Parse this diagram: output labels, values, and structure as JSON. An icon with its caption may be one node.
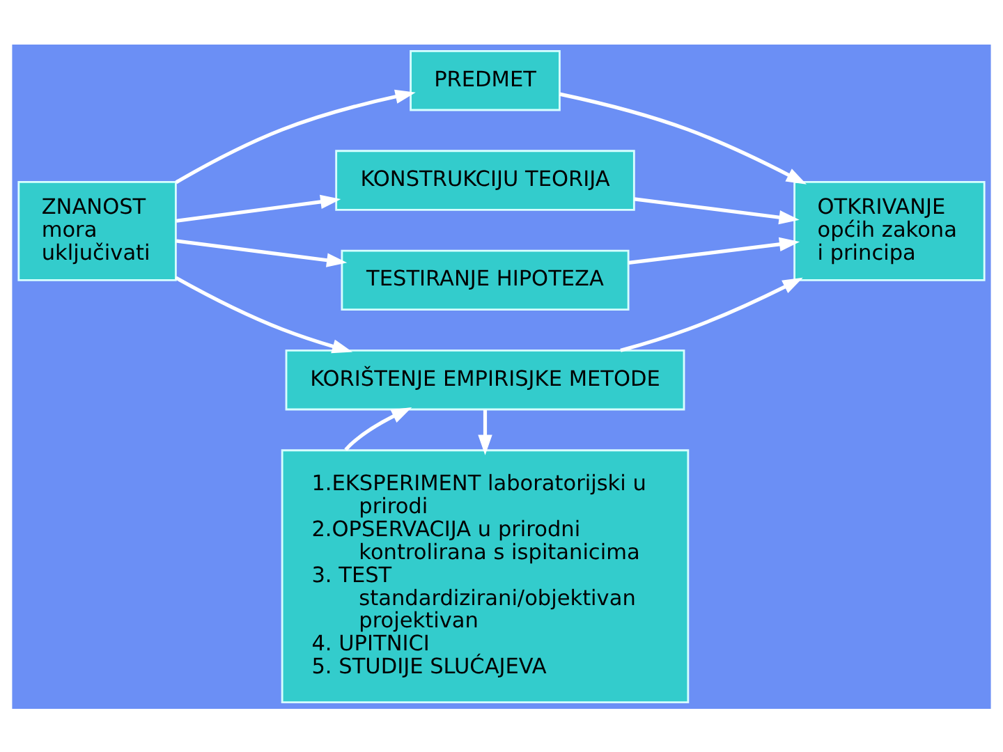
{
  "diagram": {
    "nodes": [
      {
        "text": [
          "PREDMET"
        ]
      },
      {
        "text": [
          "ZNANOST mora uključivati"
        ]
      },
      {
        "text": [
          "KONSTRUKCIJU TEORIJA"
        ]
      },
      {
        "text": [
          "OTKRIVANJE općih zakona i principa"
        ]
      },
      {
        "text": [
          "TESTIRANJE HIPOTEZA"
        ]
      },
      {
        "text": [
          "KORIŠTENJE EMPIRISJKE METODE"
        ]
      },
      {
        "text": [
          "1.EKSPERIMENT laboratorijski u prirodi",
          "2.OPSERVACIJA u prirodni kontrolirana s ispitanicima",
          "3. TEST standardizirani/objektivan projektivan",
          "4. UPITNICI",
          "5. STUDIJE SLUĆAJEVA"
        ]
      }
    ],
    "edges": [
      {
        "from": 1,
        "to": 0,
        "arrow": "to"
      },
      {
        "from": 1,
        "to": 2,
        "arrow": "to"
      },
      {
        "from": 1,
        "to": 4,
        "arrow": "to"
      },
      {
        "from": 1,
        "to": 5,
        "arrow": "to"
      },
      {
        "from": 0,
        "to": 3,
        "arrow": "to"
      },
      {
        "from": 2,
        "to": 3,
        "arrow": "to"
      },
      {
        "from": 4,
        "to": 3,
        "arrow": "to"
      },
      {
        "from": 5,
        "to": 3,
        "arrow": "to"
      },
      {
        "from": 5,
        "to": 6,
        "arrow": "to"
      },
      {
        "from": 6,
        "to": 5,
        "arrow": "to"
      }
    ]
  }
}
